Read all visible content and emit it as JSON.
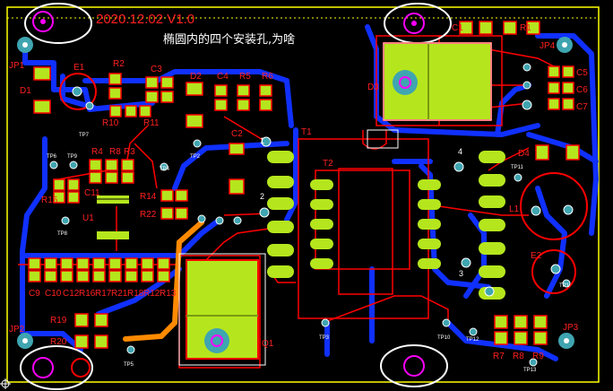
{
  "header": {
    "version_text": "2020.12.02  V1.0",
    "caption_text": "椭圆内的四个安装孔,为啥"
  },
  "components": {
    "JP1": "JP1",
    "JP2": "JP2",
    "JP3": "JP3",
    "JP4": "JP4",
    "D1": "D1",
    "D2": "D2",
    "D3": "D3",
    "D4": "D4",
    "E1": "E1",
    "E2": "E2",
    "C1": "C1",
    "C2": "C2",
    "C3": "C3",
    "C4": "C4",
    "C5": "C5",
    "C6": "C6",
    "C7": "C7",
    "C9": "C9",
    "C10": "C10",
    "C11": "C11",
    "C12": "C12",
    "R1": "R1",
    "R2": "R2",
    "R3": "R3",
    "R4": "R4",
    "R5": "R5",
    "R6": "R6",
    "R7": "R7",
    "R8": "R8",
    "R9": "R9",
    "R10": "R10",
    "R11": "R11",
    "R12": "R12",
    "R13": "R13",
    "R14": "R14",
    "R15": "R15",
    "R16": "R16",
    "R17": "R17",
    "R18": "R18",
    "R19": "R19",
    "R20": "R20",
    "R21": "R21",
    "R22": "R22",
    "T1": "T1",
    "T2": "T2",
    "U1": "U1",
    "L1": "L1",
    "Q1": "Q1",
    "TP1": "TP1",
    "TP2": "TP2",
    "TP3": "TP3",
    "TP4": "TP4",
    "TP5": "TP5",
    "TP6": "TP6",
    "TP7": "TP7",
    "TP8": "TP8",
    "TP9": "TP9",
    "TP10": "TP10",
    "TP11": "TP11",
    "TP12": "TP12",
    "TP13": "TP13",
    "pin1": "1",
    "pin2": "2",
    "pin3": "3",
    "pin4": "4"
  },
  "colors": {
    "board_bg": "#000000",
    "outline": "#ffff00",
    "top_copper": "#ff0000",
    "bottom_copper": "#1030ff",
    "pad": "#b5e61d",
    "silkscreen": "#ffffff",
    "mech": "#ff00ff",
    "via": "#3fa5b0",
    "highlight_trace": "#ff8a00"
  }
}
